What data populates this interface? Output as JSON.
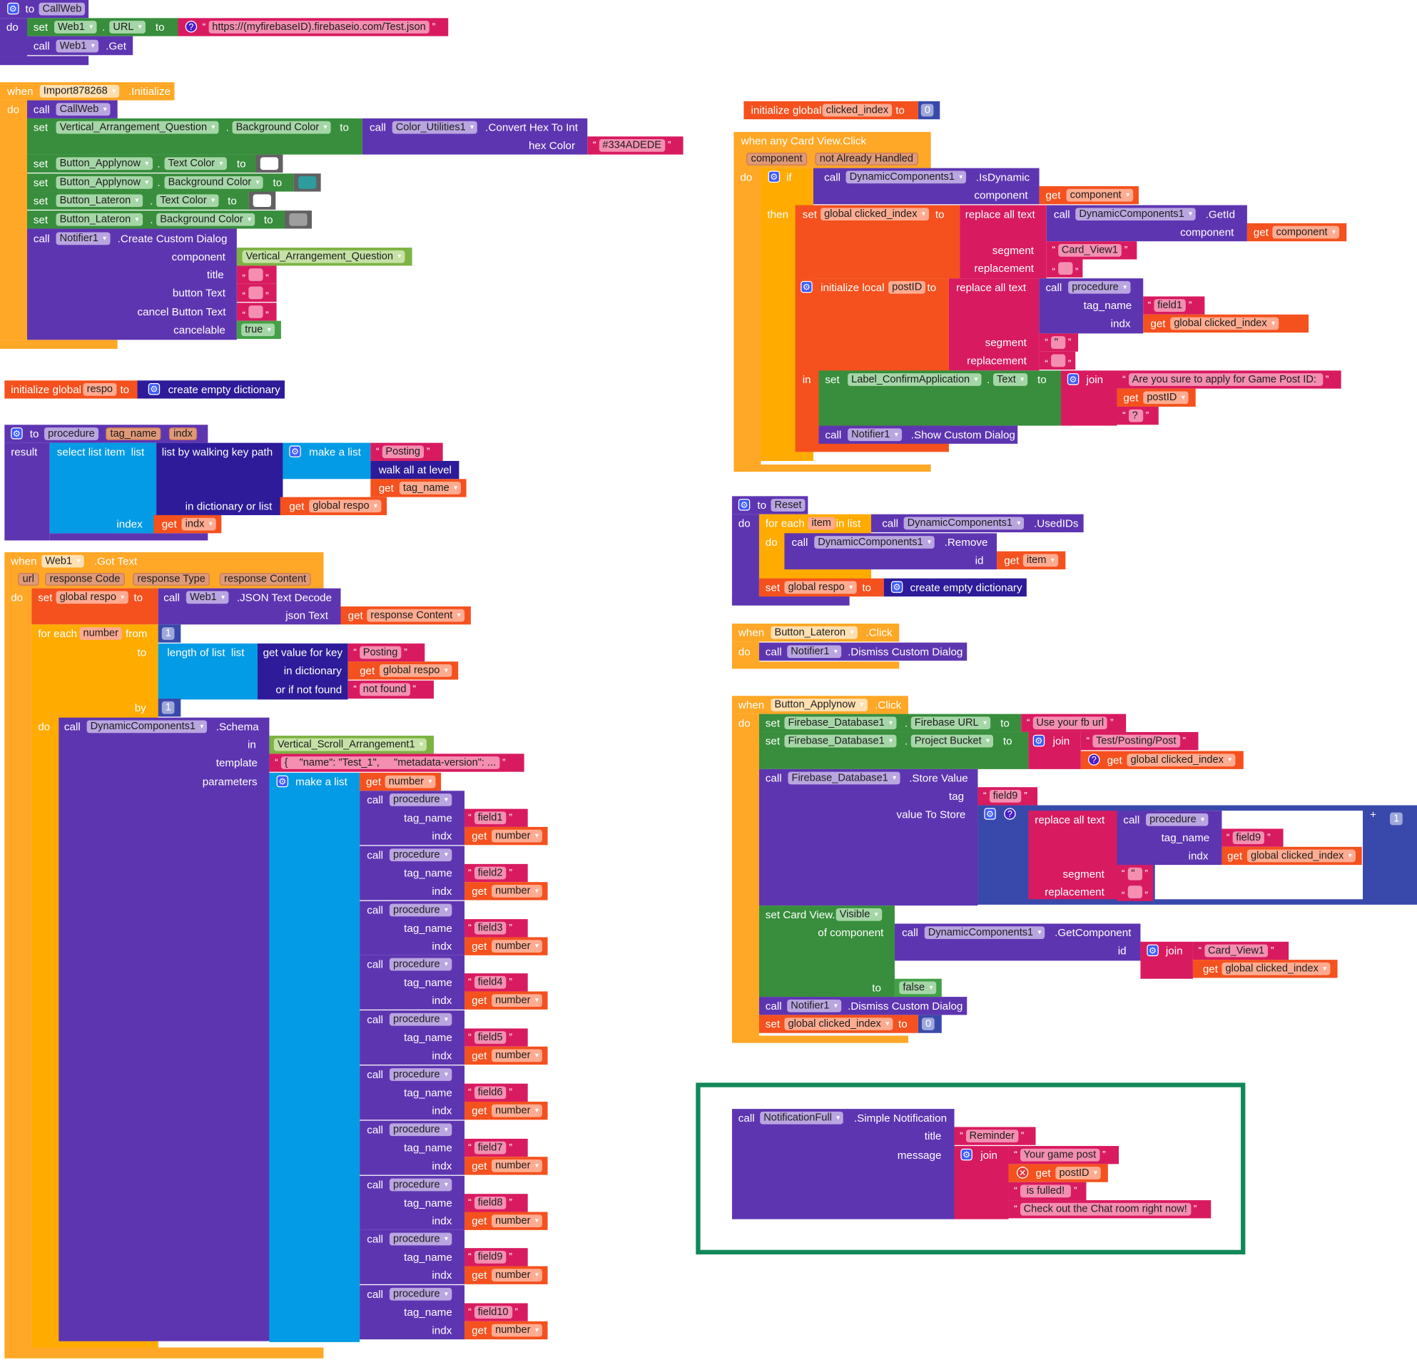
{
  "colors": {
    "purple": "#5e35b1",
    "green": "#388e3c",
    "event": "#ffa726",
    "amber": "#ffab00",
    "var": "#f4511e",
    "text": "#d81b60",
    "list": "#039be5",
    "dict": "#2d1b99",
    "math": "#3949ab",
    "logic": "#43a047",
    "comp": "#7cb342",
    "color": "#616161",
    "frame": "#12885a",
    "white": "#ffffff",
    "teal": "#2e9c9c",
    "gray": "#9e9e9e"
  },
  "kw": {
    "to": "to",
    "do": "do",
    "set": "set",
    "call": "call",
    "get": "get",
    "when": "when",
    "result": "result",
    "then": "then",
    "if": "if",
    "in": "in",
    "join": "join",
    "dot": ".",
    "from": "from",
    "by": "by",
    "for_each": "for each",
    "in_list": "in list",
    "make_list": "make a list",
    "init_global": "initialize global",
    "init_local": "initialize local",
    "replace_all": "replace all text",
    "segment": "segment",
    "replacement": "replacement",
    "tag_name": "tag_name",
    "indx": "indx",
    "component": "component",
    "plus": "+",
    "create_dict": "create empty dictionary",
    "dq": "\"",
    "empty": "",
    "help": "?"
  },
  "callweb": {
    "name": "CallWeb",
    "web1": "Web1",
    "url_prop": "URL",
    "url": "https://(myfirebaseID).firebaseio.com/Test.json",
    "get": ".Get"
  },
  "init": {
    "component": "Import878268",
    "event": ".Initialize",
    "callweb": "CallWeb",
    "vaq": "Vertical_Arrangement_Question",
    "bg": "Background Color",
    "cu": "Color_Utilities1",
    "convert": ".Convert Hex To Int",
    "hex_label": "hex Color",
    "hex": "#334ADEDE",
    "apply": "Button_Applynow",
    "later": "Button_Lateron",
    "text_color": "Text Color",
    "notifier": "Notifier1",
    "create": ".Create Custom Dialog",
    "l_component": "component",
    "l_title": "title",
    "l_button": "button Text",
    "l_cancel": "cancel Button Text",
    "l_cancelable": "cancelable",
    "true": "true"
  },
  "respo": {
    "name": "respo"
  },
  "proc": {
    "name": "procedure",
    "p1": "tag_name",
    "p2": "indx",
    "select": "select list item  list",
    "walk": "list by walking key path",
    "in_dict": "in dictionary or list",
    "index": "index",
    "posting": "Posting",
    "walk_all": "walk all at level",
    "gtag": "tag_name",
    "grespo": "global respo",
    "gindx": "indx"
  },
  "gottext": {
    "web1": "Web1",
    "event": ".Got Text",
    "params": [
      "url",
      "response Code",
      "response Type",
      "response Content"
    ],
    "grespo": "global respo",
    "decode": ".JSON Text Decode",
    "json_text": "json Text",
    "resp_content": "response Content",
    "var": "number",
    "from_val": "1",
    "length": "length of list  list",
    "get_value": "get value for key",
    "in_dictionary": "in dictionary",
    "not_found_label": "or if not found",
    "posting": "Posting",
    "not_found": "not found",
    "by_val": "1",
    "dc": "DynamicComponents1",
    "schema": ".Schema",
    "template_label": "template",
    "params_label": "parameters",
    "vsa": "Vertical_Scroll_Arrangement1",
    "template": "{    \"name\": \"Test_1\",     \"metadata-version\": ...",
    "proc": "procedure",
    "fields": [
      "field1",
      "field2",
      "field3",
      "field4",
      "field5",
      "field6",
      "field7",
      "field8",
      "field9",
      "field10"
    ]
  },
  "clicked": {
    "name": "clicked_index",
    "val": "0"
  },
  "cardclick": {
    "title": "when any Card View.Click",
    "p1": "component",
    "p2": "not Already Handled",
    "dc": "DynamicComponents1",
    "isdyn": ".IsDynamic",
    "getid": ".GetId",
    "gci": "global clicked_index",
    "card": "Card_View1",
    "postID": "postID",
    "proc": "procedure",
    "field1": "field1",
    "label": "Label_ConfirmApplication",
    "text": "Text",
    "msg": "Are you sure to apply for Game Post ID: ",
    "qm": "?",
    "notifier": "Notifier1",
    "show": ".Show Custom Dialog"
  },
  "reset": {
    "name": "Reset",
    "var": "item",
    "dc": "DynamicComponents1",
    "used": ".UsedIDs",
    "remove": ".Remove",
    "id": "id",
    "grespo": "global respo"
  },
  "later": {
    "comp": "Button_Lateron",
    "event": ".Click",
    "notifier": "Notifier1",
    "dismiss": ".Dismiss Custom Dialog"
  },
  "applynow": {
    "comp": "Button_Applynow",
    "event": ".Click",
    "fb": "Firebase_Database1",
    "fburl": "Firebase URL",
    "url": "Use your fb url",
    "bucket": "Project Bucket",
    "path": "Test/Posting/Post",
    "gci": "global clicked_index",
    "store": ".Store Value",
    "tag_label": "tag",
    "vts": "value To Store",
    "field9": "field9",
    "proc": "procedure",
    "plus_val": "1",
    "set_cv": "set Card View.",
    "visible": "Visible",
    "of_comp": "of component",
    "dc": "DynamicComponents1",
    "getcomp": ".GetComponent",
    "id": "id",
    "card": "Card_View1",
    "false": "false",
    "notifier": "Notifier1",
    "dismiss": ".Dismiss Custom Dialog",
    "reset_val": "0"
  },
  "notif": {
    "comp": "NotificationFull",
    "method": ".Simple Notification",
    "title_label": "title",
    "msg_label": "message",
    "title": "Reminder",
    "s1": "Your game post",
    "var": "postID",
    "s2": " is fulled! ",
    "s3": "Check out the Chat room right now!"
  }
}
